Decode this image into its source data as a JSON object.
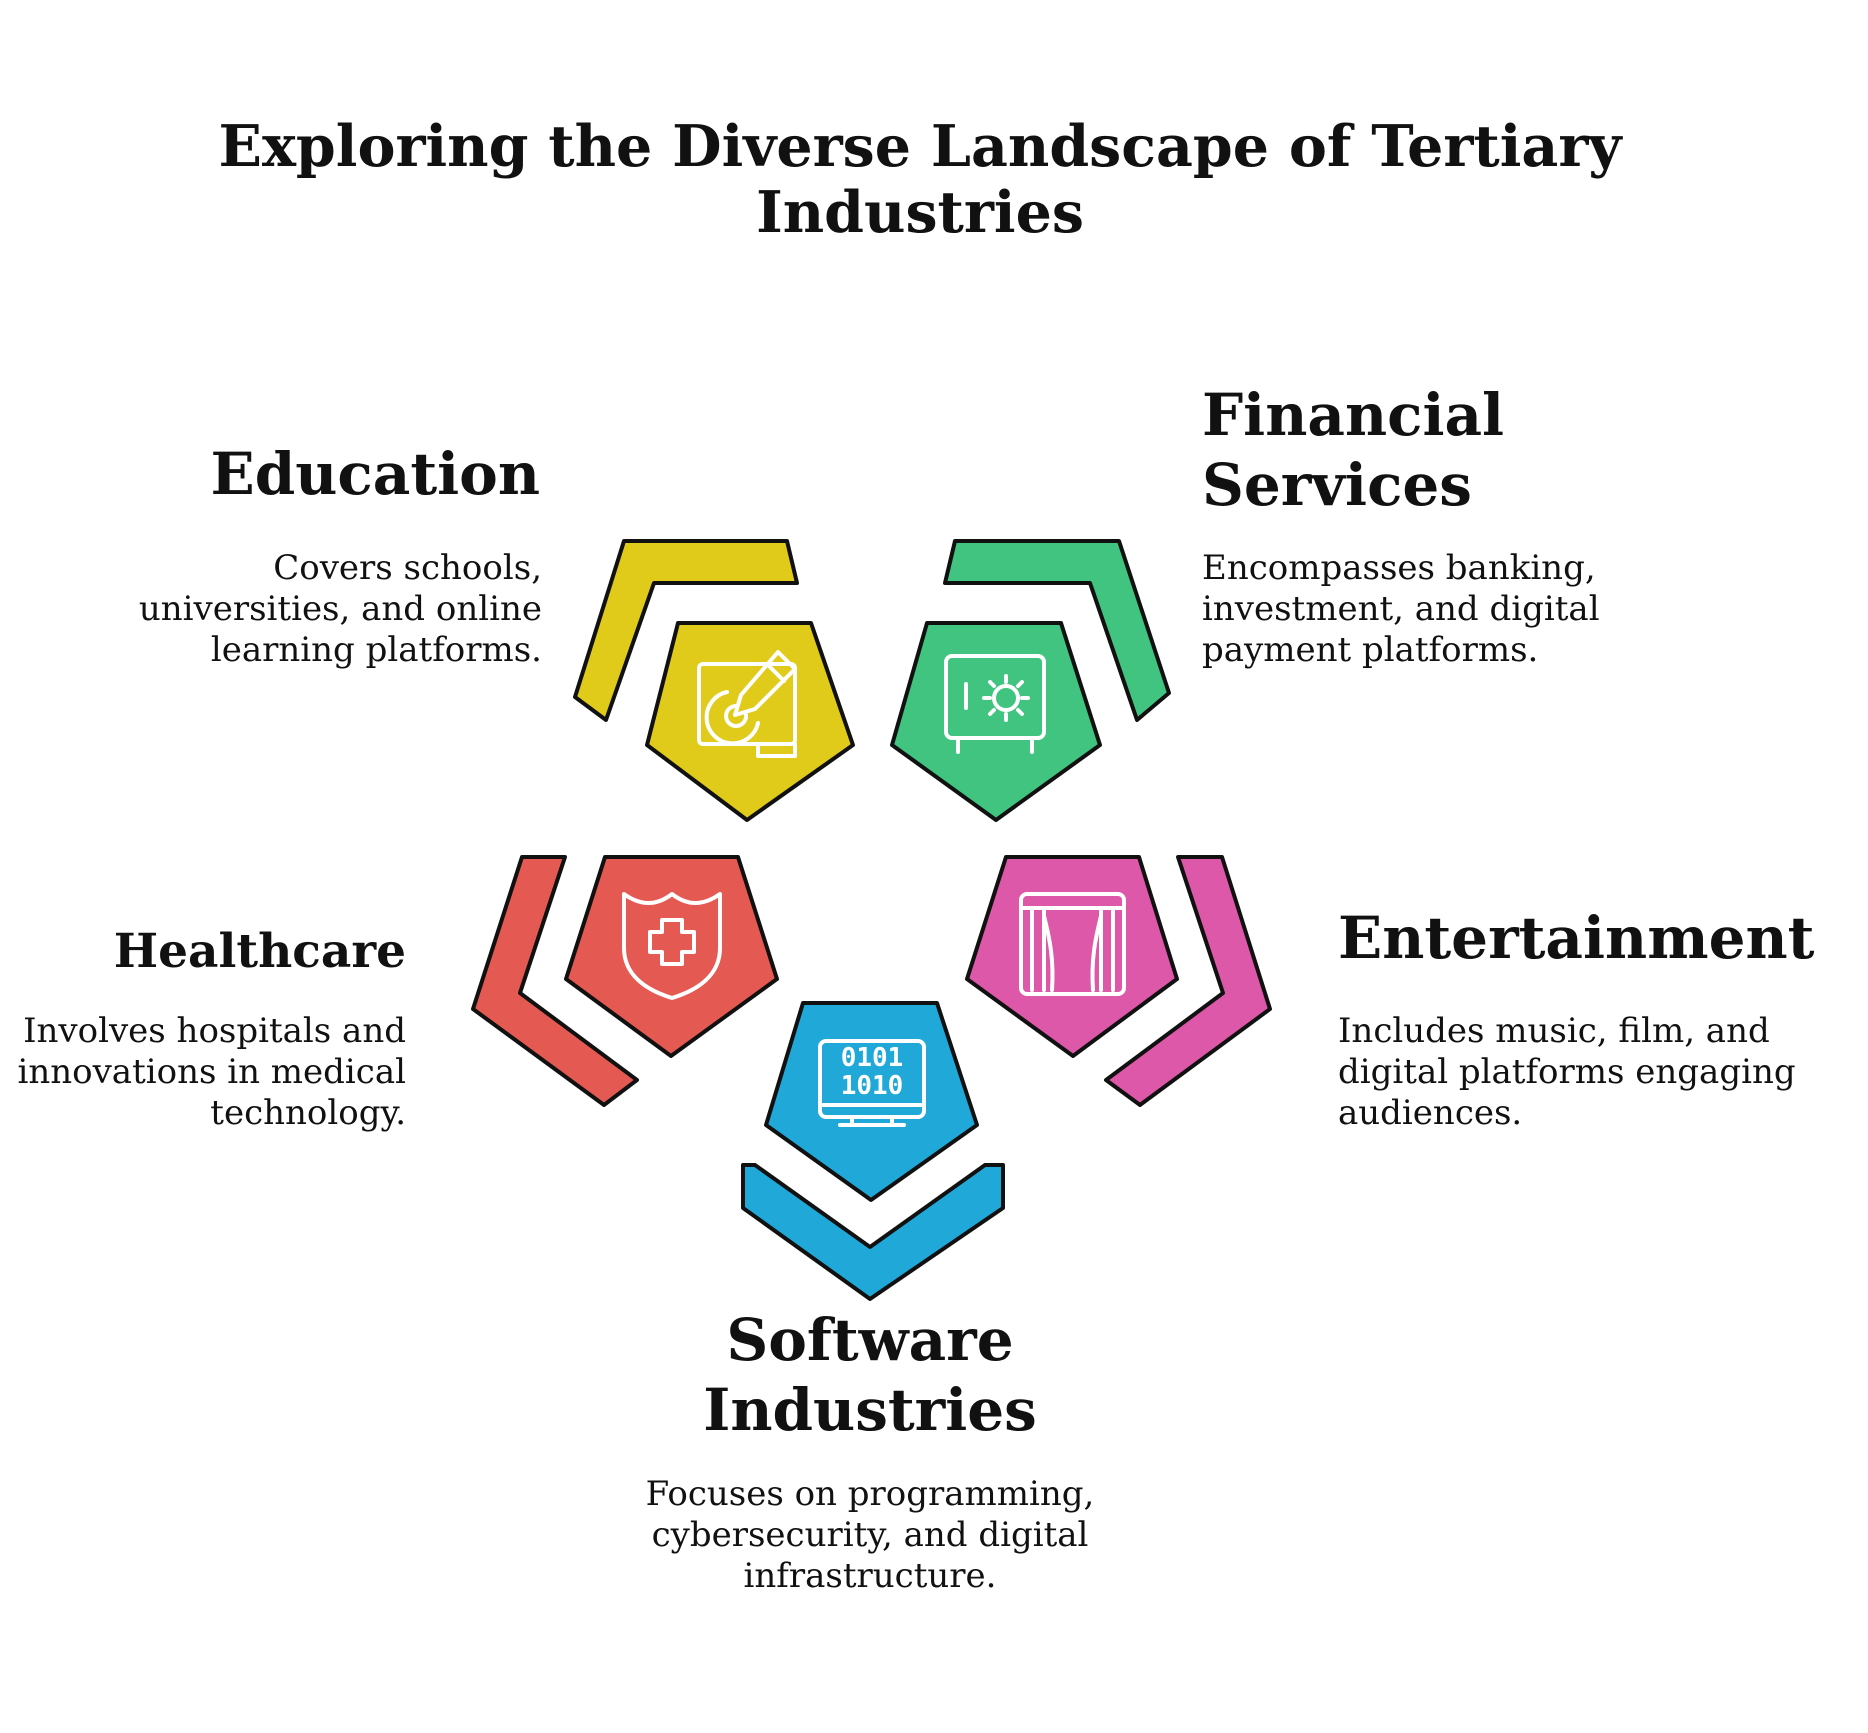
{
  "title": "Exploring the Diverse Landscape of Tertiary Industries",
  "segments": [
    {
      "id": "education",
      "label": "Education",
      "description": "Covers schools, universities, and online learning platforms.",
      "color": "#e0cb1b",
      "icon": "tablet-pencil-icon"
    },
    {
      "id": "financial",
      "label": "Financial Services",
      "description": "Encompasses banking, investment, and digital payment platforms.",
      "color": "#40c47f",
      "icon": "safe-icon"
    },
    {
      "id": "entertainment",
      "label": "Entertainment",
      "description": "Includes music, film, and digital platforms engaging audiences.",
      "color": "#dd58a8",
      "icon": "theater-curtain-icon"
    },
    {
      "id": "software",
      "label": "Software Industries",
      "description": "Focuses on programming, cybersecurity, and digital infrastructure.",
      "color": "#20a8d8",
      "icon": "binary-monitor-icon",
      "icon_text": [
        "0101",
        "1010"
      ]
    },
    {
      "id": "healthcare",
      "label": "Healthcare",
      "description": "Involves hospitals and innovations in medical technology.",
      "color": "#e45a52",
      "icon": "medical-shield-icon"
    }
  ]
}
